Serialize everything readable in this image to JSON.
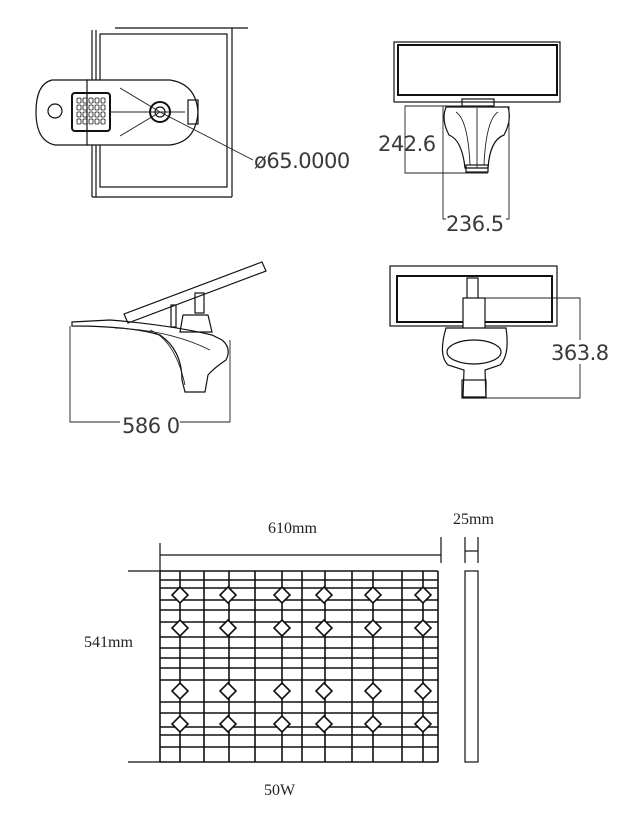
{
  "drawing": {
    "top_view": {
      "diameter_label": "ø65.0000"
    },
    "front_view": {
      "height_label": "242.6",
      "width_label": "236.5"
    },
    "side_view": {
      "length_label": "586 0"
    },
    "rear_view": {
      "height_label": "363.8"
    },
    "solar_panel": {
      "width_label": "610mm",
      "thickness_label": "25mm",
      "height_label": "541mm",
      "power_label": "50W"
    }
  }
}
